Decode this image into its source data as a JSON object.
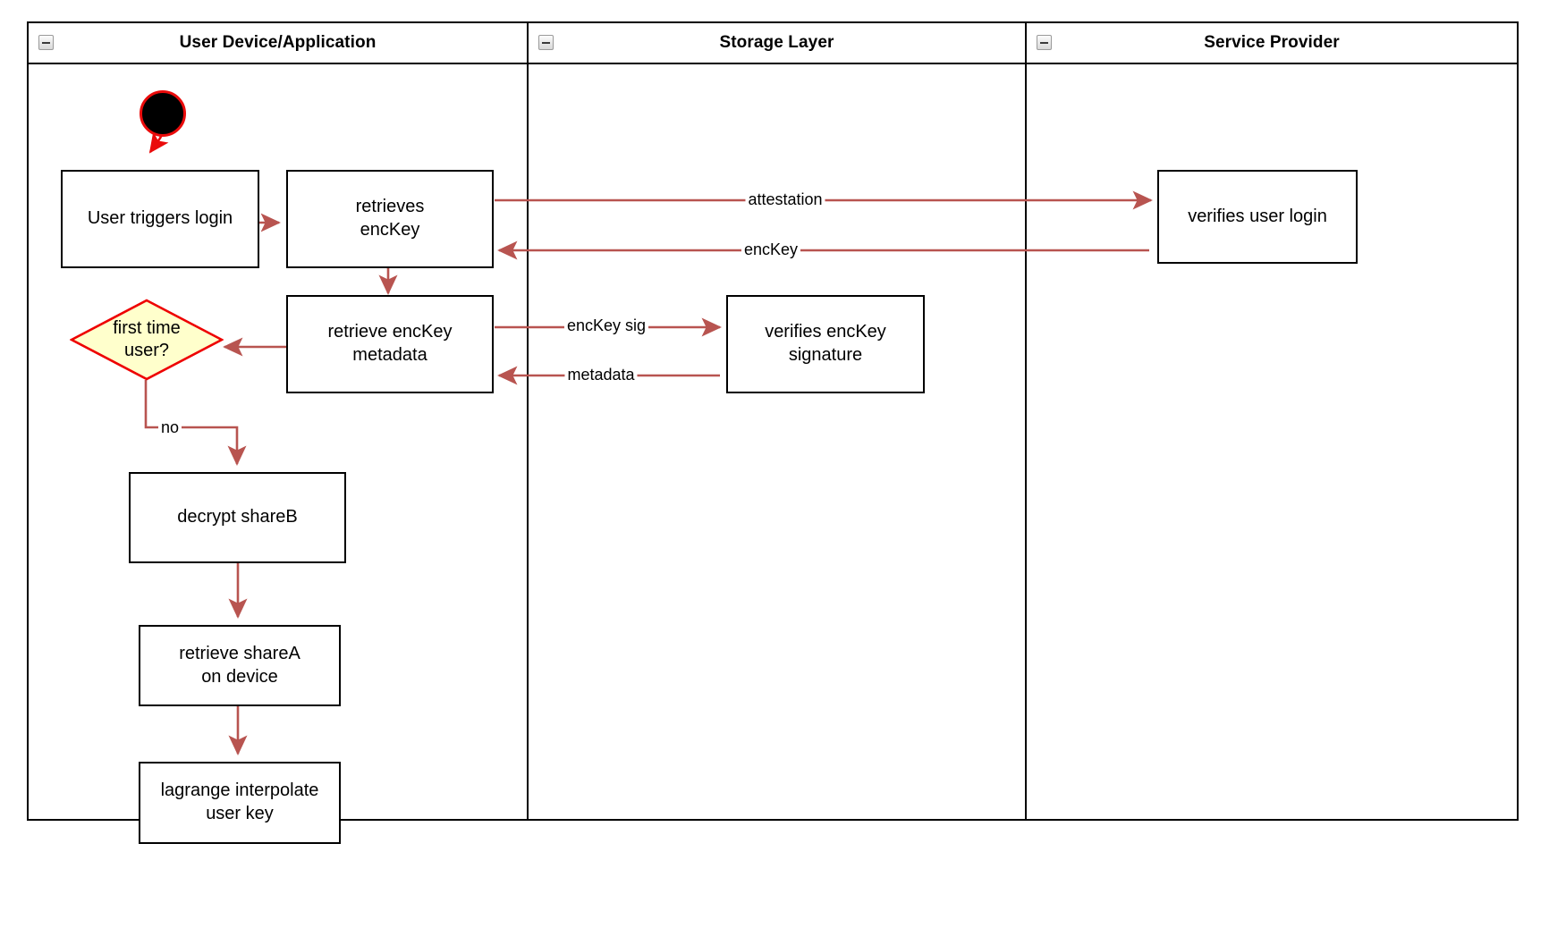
{
  "diagram": {
    "type": "swimlane-activity-diagram",
    "background": "#ffffff",
    "colors": {
      "lane_border": "#000000",
      "node_border": "#000000",
      "node_fill": "#ffffff",
      "edge": "#b85450",
      "start_border": "#ea0b0b",
      "start_fill": "#000000",
      "decision_fill": "#ffffcc",
      "decision_border": "#ee0000",
      "text": "#000000"
    },
    "lanes": [
      {
        "id": "lane-user-device",
        "title": "User Device/Application",
        "collapse_icon": "minus-square-icon"
      },
      {
        "id": "lane-storage",
        "title": "Storage Layer",
        "collapse_icon": "minus-square-icon"
      },
      {
        "id": "lane-service-provider",
        "title": "Service Provider",
        "collapse_icon": "minus-square-icon"
      }
    ],
    "nodes": [
      {
        "id": "start",
        "lane": "lane-user-device",
        "shape": "start-circle",
        "label": ""
      },
      {
        "id": "user-triggers-login",
        "lane": "lane-user-device",
        "shape": "rect",
        "label": "User triggers login"
      },
      {
        "id": "retrieves-enckey",
        "lane": "lane-user-device",
        "shape": "rect",
        "label": "retrieves\nencKey"
      },
      {
        "id": "retrieve-enckey-metadata",
        "lane": "lane-user-device",
        "shape": "rect",
        "label": "retrieve encKey\nmetadata"
      },
      {
        "id": "first-time-user",
        "lane": "lane-user-device",
        "shape": "diamond",
        "label": "first time\nuser?"
      },
      {
        "id": "decrypt-shareb",
        "lane": "lane-user-device",
        "shape": "rect",
        "label": "decrypt shareB"
      },
      {
        "id": "retrieve-sharea-on-device",
        "lane": "lane-user-device",
        "shape": "rect",
        "label": "retrieve shareA\non device"
      },
      {
        "id": "lagrange-interpolate-user-key",
        "lane": "lane-user-device",
        "shape": "rect",
        "label": "lagrange interpolate\nuser key"
      },
      {
        "id": "verifies-enckey-signature",
        "lane": "lane-storage",
        "shape": "rect",
        "label": "verifies encKey\nsignature"
      },
      {
        "id": "verifies-user-login",
        "lane": "lane-service-provider",
        "shape": "rect",
        "label": "verifies user login"
      }
    ],
    "edges": [
      {
        "id": "edge-start-to-login",
        "from": "start",
        "to": "user-triggers-login",
        "label": ""
      },
      {
        "id": "edge-login-to-retrieves",
        "from": "user-triggers-login",
        "to": "retrieves-enckey",
        "label": ""
      },
      {
        "id": "edge-attestation",
        "from": "retrieves-enckey",
        "to": "verifies-user-login",
        "label": "attestation"
      },
      {
        "id": "edge-enckey",
        "from": "verifies-user-login",
        "to": "retrieves-enckey",
        "label": "encKey"
      },
      {
        "id": "edge-retrieves-to-metadata",
        "from": "retrieves-enckey",
        "to": "retrieve-enckey-metadata",
        "label": ""
      },
      {
        "id": "edge-enckey-sig",
        "from": "retrieve-enckey-metadata",
        "to": "verifies-enckey-signature",
        "label": "encKey sig"
      },
      {
        "id": "edge-metadata",
        "from": "verifies-enckey-signature",
        "to": "retrieve-enckey-metadata",
        "label": "metadata"
      },
      {
        "id": "edge-metadata-to-decision",
        "from": "retrieve-enckey-metadata",
        "to": "first-time-user",
        "label": ""
      },
      {
        "id": "edge-no",
        "from": "first-time-user",
        "to": "decrypt-shareb",
        "label": "no"
      },
      {
        "id": "edge-decrypt-to-sharea",
        "from": "decrypt-shareb",
        "to": "retrieve-sharea-on-device",
        "label": ""
      },
      {
        "id": "edge-sharea-to-lagrange",
        "from": "retrieve-sharea-on-device",
        "to": "lagrange-interpolate-user-key",
        "label": ""
      }
    ]
  }
}
